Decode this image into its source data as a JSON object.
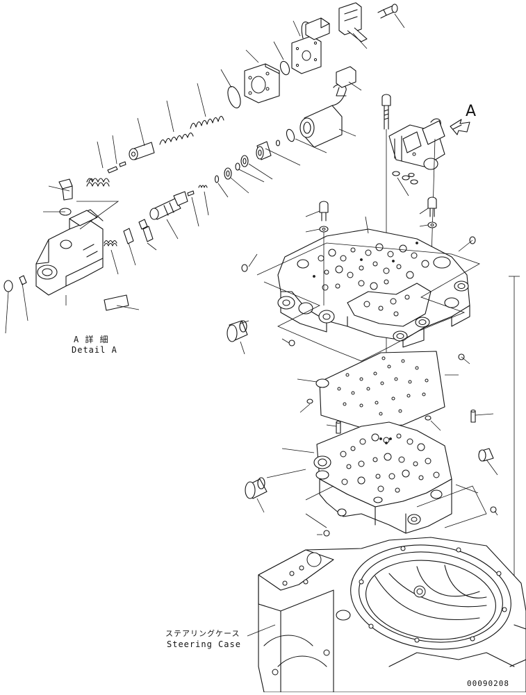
{
  "callout": {
    "letter": "A"
  },
  "detail_caption": {
    "jp": "A 詳 細",
    "en": "Detail A"
  },
  "steering_caption": {
    "jp": "ステアリングケース",
    "en": "Steering Case"
  },
  "drawing_number": "00090208"
}
